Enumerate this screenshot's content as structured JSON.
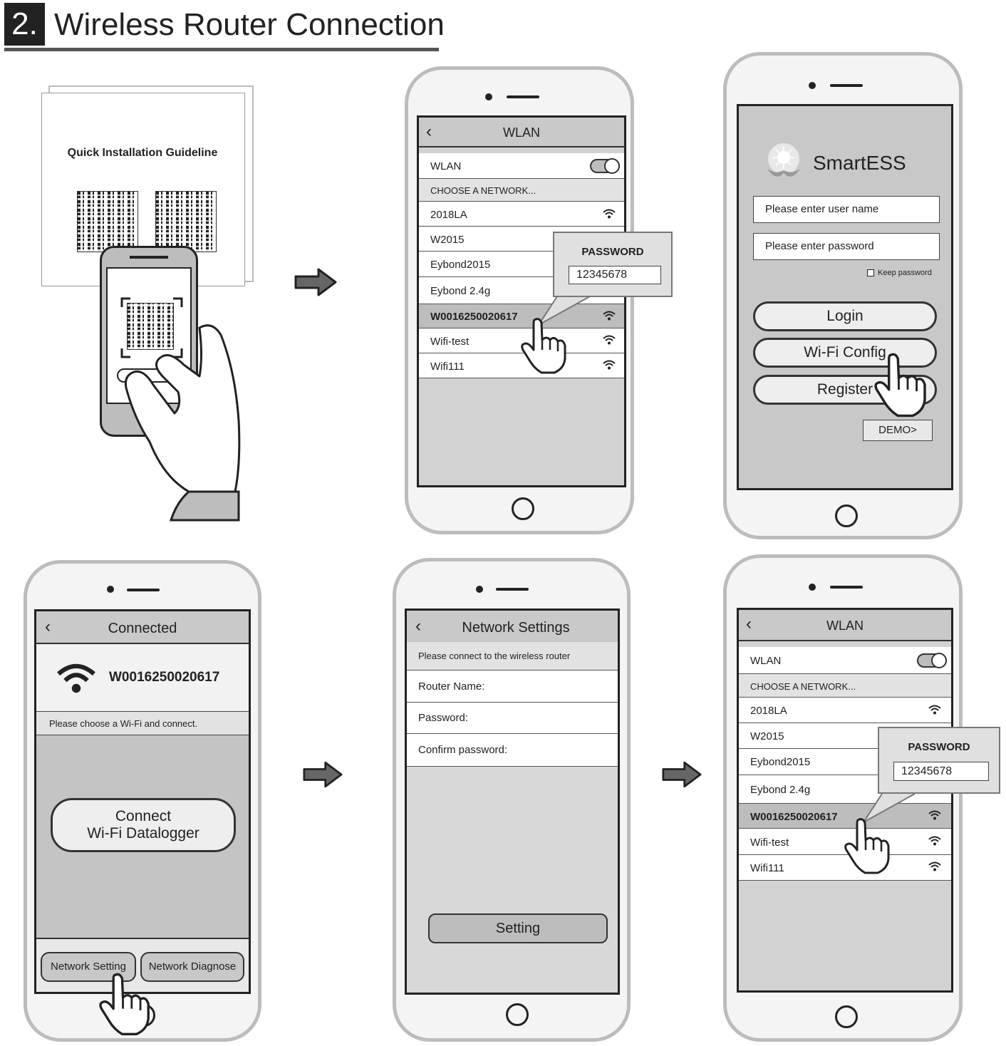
{
  "header": {
    "step_number": "2.",
    "title": "Wireless Router Connection"
  },
  "guide": {
    "title": "Quick Installation Guideline"
  },
  "wlan1": {
    "title": "WLAN",
    "wlan_label": "WLAN",
    "choose_label": "CHOOSE A NETWORK...",
    "networks": [
      "2018LA",
      "W2015",
      "Eybond2015",
      "Eybond 2.4g",
      "W0016250020617",
      "Wifi-test",
      "Wifi111"
    ],
    "password_label": "PASSWORD",
    "password_value": "12345678"
  },
  "login": {
    "app_name": "SmartESS",
    "username_placeholder": "Please enter user name",
    "password_placeholder": "Please enter password",
    "keep_password": "Keep password",
    "login_label": "Login",
    "wifi_config_label": "Wi-Fi Config",
    "register_label": "Register",
    "demo_label": "DEMO>"
  },
  "connected": {
    "title": "Connected",
    "ssid": "W0016250020617",
    "hint": "Please choose a Wi-Fi and connect.",
    "connect_line1": "Connect",
    "connect_line2": "Wi-Fi Datalogger",
    "network_setting": "Network Setting",
    "network_diagnose": "Network Diagnose"
  },
  "settings": {
    "title": "Network Settings",
    "hint": "Please connect to the wireless router",
    "router_name": "Router Name:",
    "password": "Password:",
    "confirm_password": "Confirm password:",
    "setting_button": "Setting"
  },
  "wlan2": {
    "title": "WLAN",
    "wlan_label": "WLAN",
    "choose_label": "CHOOSE A NETWORK...",
    "networks": [
      "2018LA",
      "W2015",
      "Eybond2015",
      "Eybond 2.4g",
      "W0016250020617",
      "Wifi-test",
      "Wifi111"
    ],
    "password_label": "PASSWORD",
    "password_value": "12345678"
  },
  "colors": {
    "screen_gray": "#d2d2d2",
    "bar_gray": "#c9c9c9",
    "frame": "#bcbcbc",
    "ink": "#222222"
  }
}
